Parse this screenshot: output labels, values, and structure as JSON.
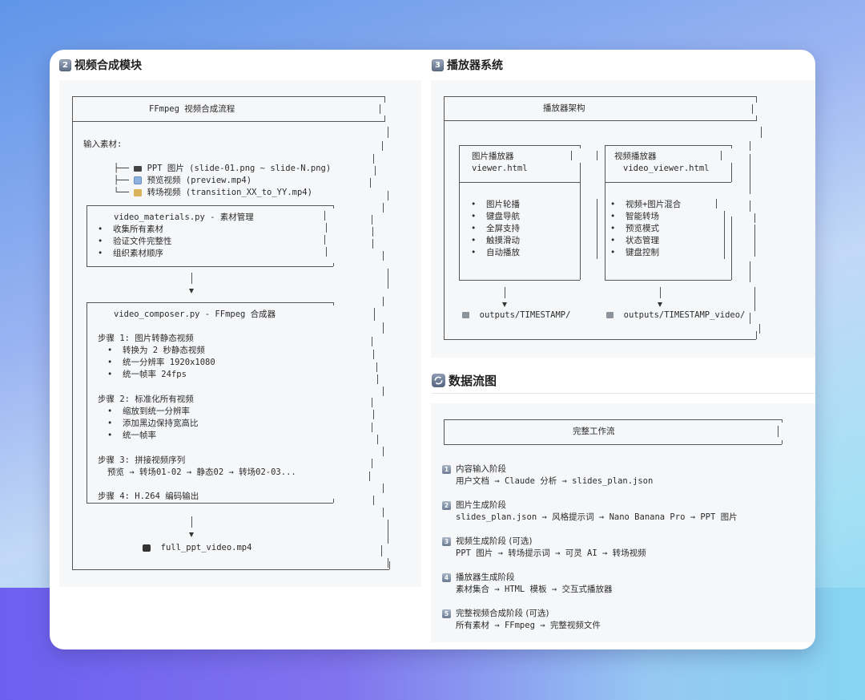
{
  "sections": {
    "video": {
      "badge": "2",
      "title": "视频合成模块",
      "diagram": {
        "header": "FFmpeg 视频合成流程",
        "inputs_label": "输入素材:",
        "inputs": [
          {
            "icon": "image-icon",
            "text": "PPT 图片 (slide-01.png ~ slide-N.png)",
            "branch": "├──"
          },
          {
            "icon": "preview-icon",
            "text": "预览视频 (preview.mp4)",
            "branch": "├──"
          },
          {
            "icon": "film-icon",
            "text": "转场视频 (transition_XX_to_YY.mp4)",
            "branch": "└──"
          }
        ],
        "materials_box": {
          "title": "video_materials.py - 素材管理",
          "items": [
            "收集所有素材",
            "验证文件完整性",
            "组织素材顺序"
          ]
        },
        "composer_box": {
          "title": "video_composer.py - FFmpeg 合成器",
          "steps": [
            {
              "label": "步骤 1: 图片转静态视频",
              "items": [
                "转换为 2 秒静态视频",
                "统一分辨率 1920x1080",
                "统一帧率 24fps"
              ]
            },
            {
              "label": "步骤 2: 标准化所有视频",
              "items": [
                "缩放到统一分辨率",
                "添加黑边保持宽高比",
                "统一帧率"
              ]
            },
            {
              "label": "步骤 3: 拼接视频序列",
              "sequence": "预览 → 转场01-02 → 静态02 → 转场02-03..."
            },
            {
              "label": "步骤 4: H.264 编码输出"
            }
          ]
        },
        "output": "full_ppt_video.mp4"
      }
    },
    "player": {
      "badge": "3",
      "title": "播放器系统",
      "diagram": {
        "header": "播放器架构",
        "image_player": {
          "name": "图片播放器",
          "file": "viewer.html",
          "items": [
            "图片轮播",
            "键盘导航",
            "全屏支持",
            "触摸滑动",
            "自动播放"
          ],
          "output": "outputs/TIMESTAMP/"
        },
        "video_player": {
          "name": "视频播放器",
          "file": "video_viewer.html",
          "items": [
            "视频+图片混合",
            "智能转场",
            "预览模式",
            "状态管理",
            "键盘控制"
          ],
          "output": "outputs/TIMESTAMP_video/"
        }
      }
    },
    "dataflow": {
      "title": "数据流图",
      "header": "完整工作流",
      "stages": [
        {
          "num": "1",
          "name": "内容输入阶段",
          "flow": "用户文档 → Claude 分析 → slides_plan.json"
        },
        {
          "num": "2",
          "name": "图片生成阶段",
          "flow": "slides_plan.json → 风格提示词 → Nano Banana Pro → PPT 图片"
        },
        {
          "num": "3",
          "name": "视频生成阶段 (可选)",
          "flow": "PPT 图片 → 转场提示词 → 可灵 AI → 转场视频"
        },
        {
          "num": "4",
          "name": "播放器生成阶段",
          "flow": "素材集合 → HTML 模板 → 交互式播放器"
        },
        {
          "num": "5",
          "name": "完整视频合成阶段 (可选)",
          "flow": "所有素材 → FFmpeg → 完整视频文件"
        }
      ]
    }
  },
  "colors": {
    "card_bg": "#ffffff",
    "panel_bg": "#f6f7f9",
    "text": "#2b2b2b",
    "line": "#555555"
  }
}
